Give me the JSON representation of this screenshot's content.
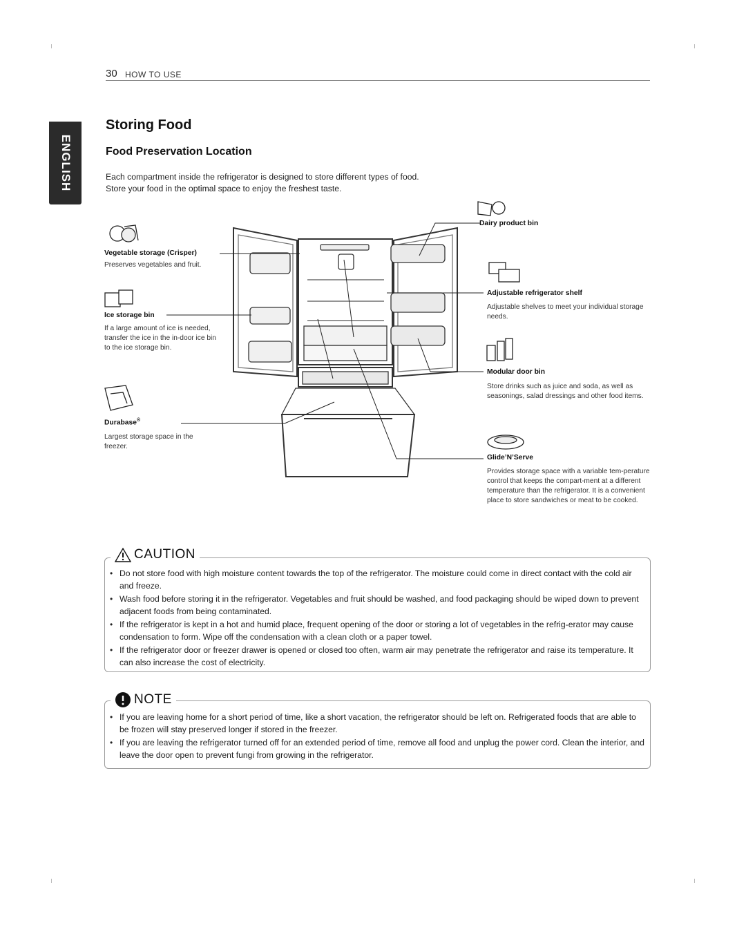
{
  "header": {
    "page_number": "30",
    "section": "HOW TO USE"
  },
  "language_tab": "ENGLISH",
  "title": "Storing Food",
  "subtitle": "Food Preservation Location",
  "intro": [
    "Each compartment inside the refrigerator is designed to store different types of food.",
    "Store your food in the optimal space to enjoy the freshest taste."
  ],
  "labels": {
    "vegetable": {
      "name": "Vegetable storage (Crisper)",
      "desc": "Preserves vegetables and fruit."
    },
    "ice": {
      "name": "Ice storage bin",
      "desc": "If a large amount of ice is needed, transfer the ice in the in-door ice bin to the ice storage bin."
    },
    "durabase": {
      "name": "Durabase",
      "sup": "®",
      "desc": "Largest storage space in the freezer."
    },
    "dairy": {
      "name": "Dairy product bin"
    },
    "shelf": {
      "name": "Adjustable refrigerator shelf",
      "desc": "Adjustable shelves to meet your individual storage needs."
    },
    "modular": {
      "name": "Modular door bin",
      "desc": "Store drinks such as juice and soda, as well as seasonings, salad dressings and other food items."
    },
    "glide": {
      "name": "Glide’N’Serve",
      "desc": "Provides storage space with a variable tem-perature control that keeps the compart-ment at a different temperature than the refrigerator. It is a convenient place to store sandwiches or meat to be cooked."
    }
  },
  "caution": {
    "heading": "CAUTION",
    "items": [
      "Do not store food with high moisture content towards the top of the refrigerator. The moisture could come in direct contact with the cold air and freeze.",
      "Wash food before storing it in the refrigerator. Vegetables and fruit should be washed, and food packaging should be wiped down to prevent adjacent foods from being contaminated.",
      "If the refrigerator is kept in a hot and humid place, frequent opening of the door or storing a lot of vegetables in the refrig-erator may cause condensation to form. Wipe off the condensation with a clean cloth or a paper towel.",
      "If the refrigerator door or freezer drawer is opened or closed too often, warm air may penetrate the refrigerator and raise its temperature. It can also increase the cost of electricity."
    ]
  },
  "note": {
    "heading": "NOTE",
    "items": [
      "If you are leaving home for a short period of time, like a short vacation, the refrigerator should be left on. Refrigerated foods that are able to be frozen will stay preserved longer if stored in the freezer.",
      "If you are leaving the refrigerator turned off for an extended period of time, remove all food and unplug the power cord. Clean the interior, and leave the door open to prevent fungi from growing in the refrigerator."
    ]
  }
}
